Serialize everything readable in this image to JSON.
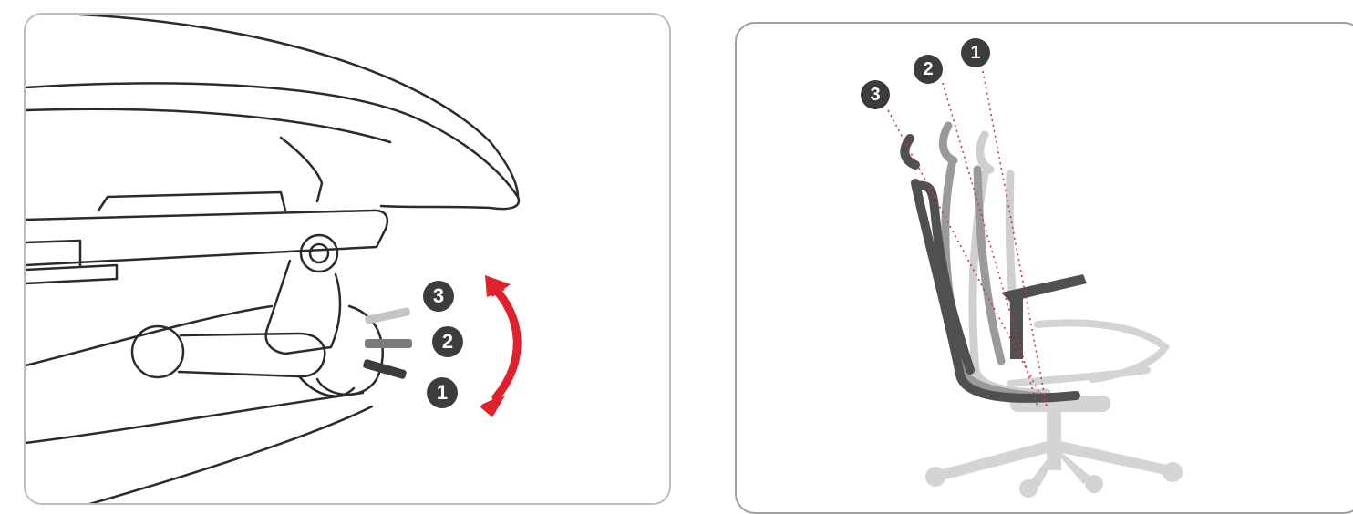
{
  "left_panel": {
    "positions": [
      {
        "number": "3",
        "lever_color": "#b9b9b9"
      },
      {
        "number": "2",
        "lever_color": "#7a7a7a"
      },
      {
        "number": "1",
        "lever_color": "#3c3c3c"
      }
    ],
    "arrow_color": "#e0202a"
  },
  "right_panel": {
    "positions": [
      {
        "number": "3",
        "frame_color": "#505050"
      },
      {
        "number": "2",
        "frame_color": "#9a9a9a"
      },
      {
        "number": "1",
        "frame_color": "#cfcfcf"
      }
    ],
    "guide_color": "#c83a3a",
    "base_color": "#d4d4d4"
  }
}
